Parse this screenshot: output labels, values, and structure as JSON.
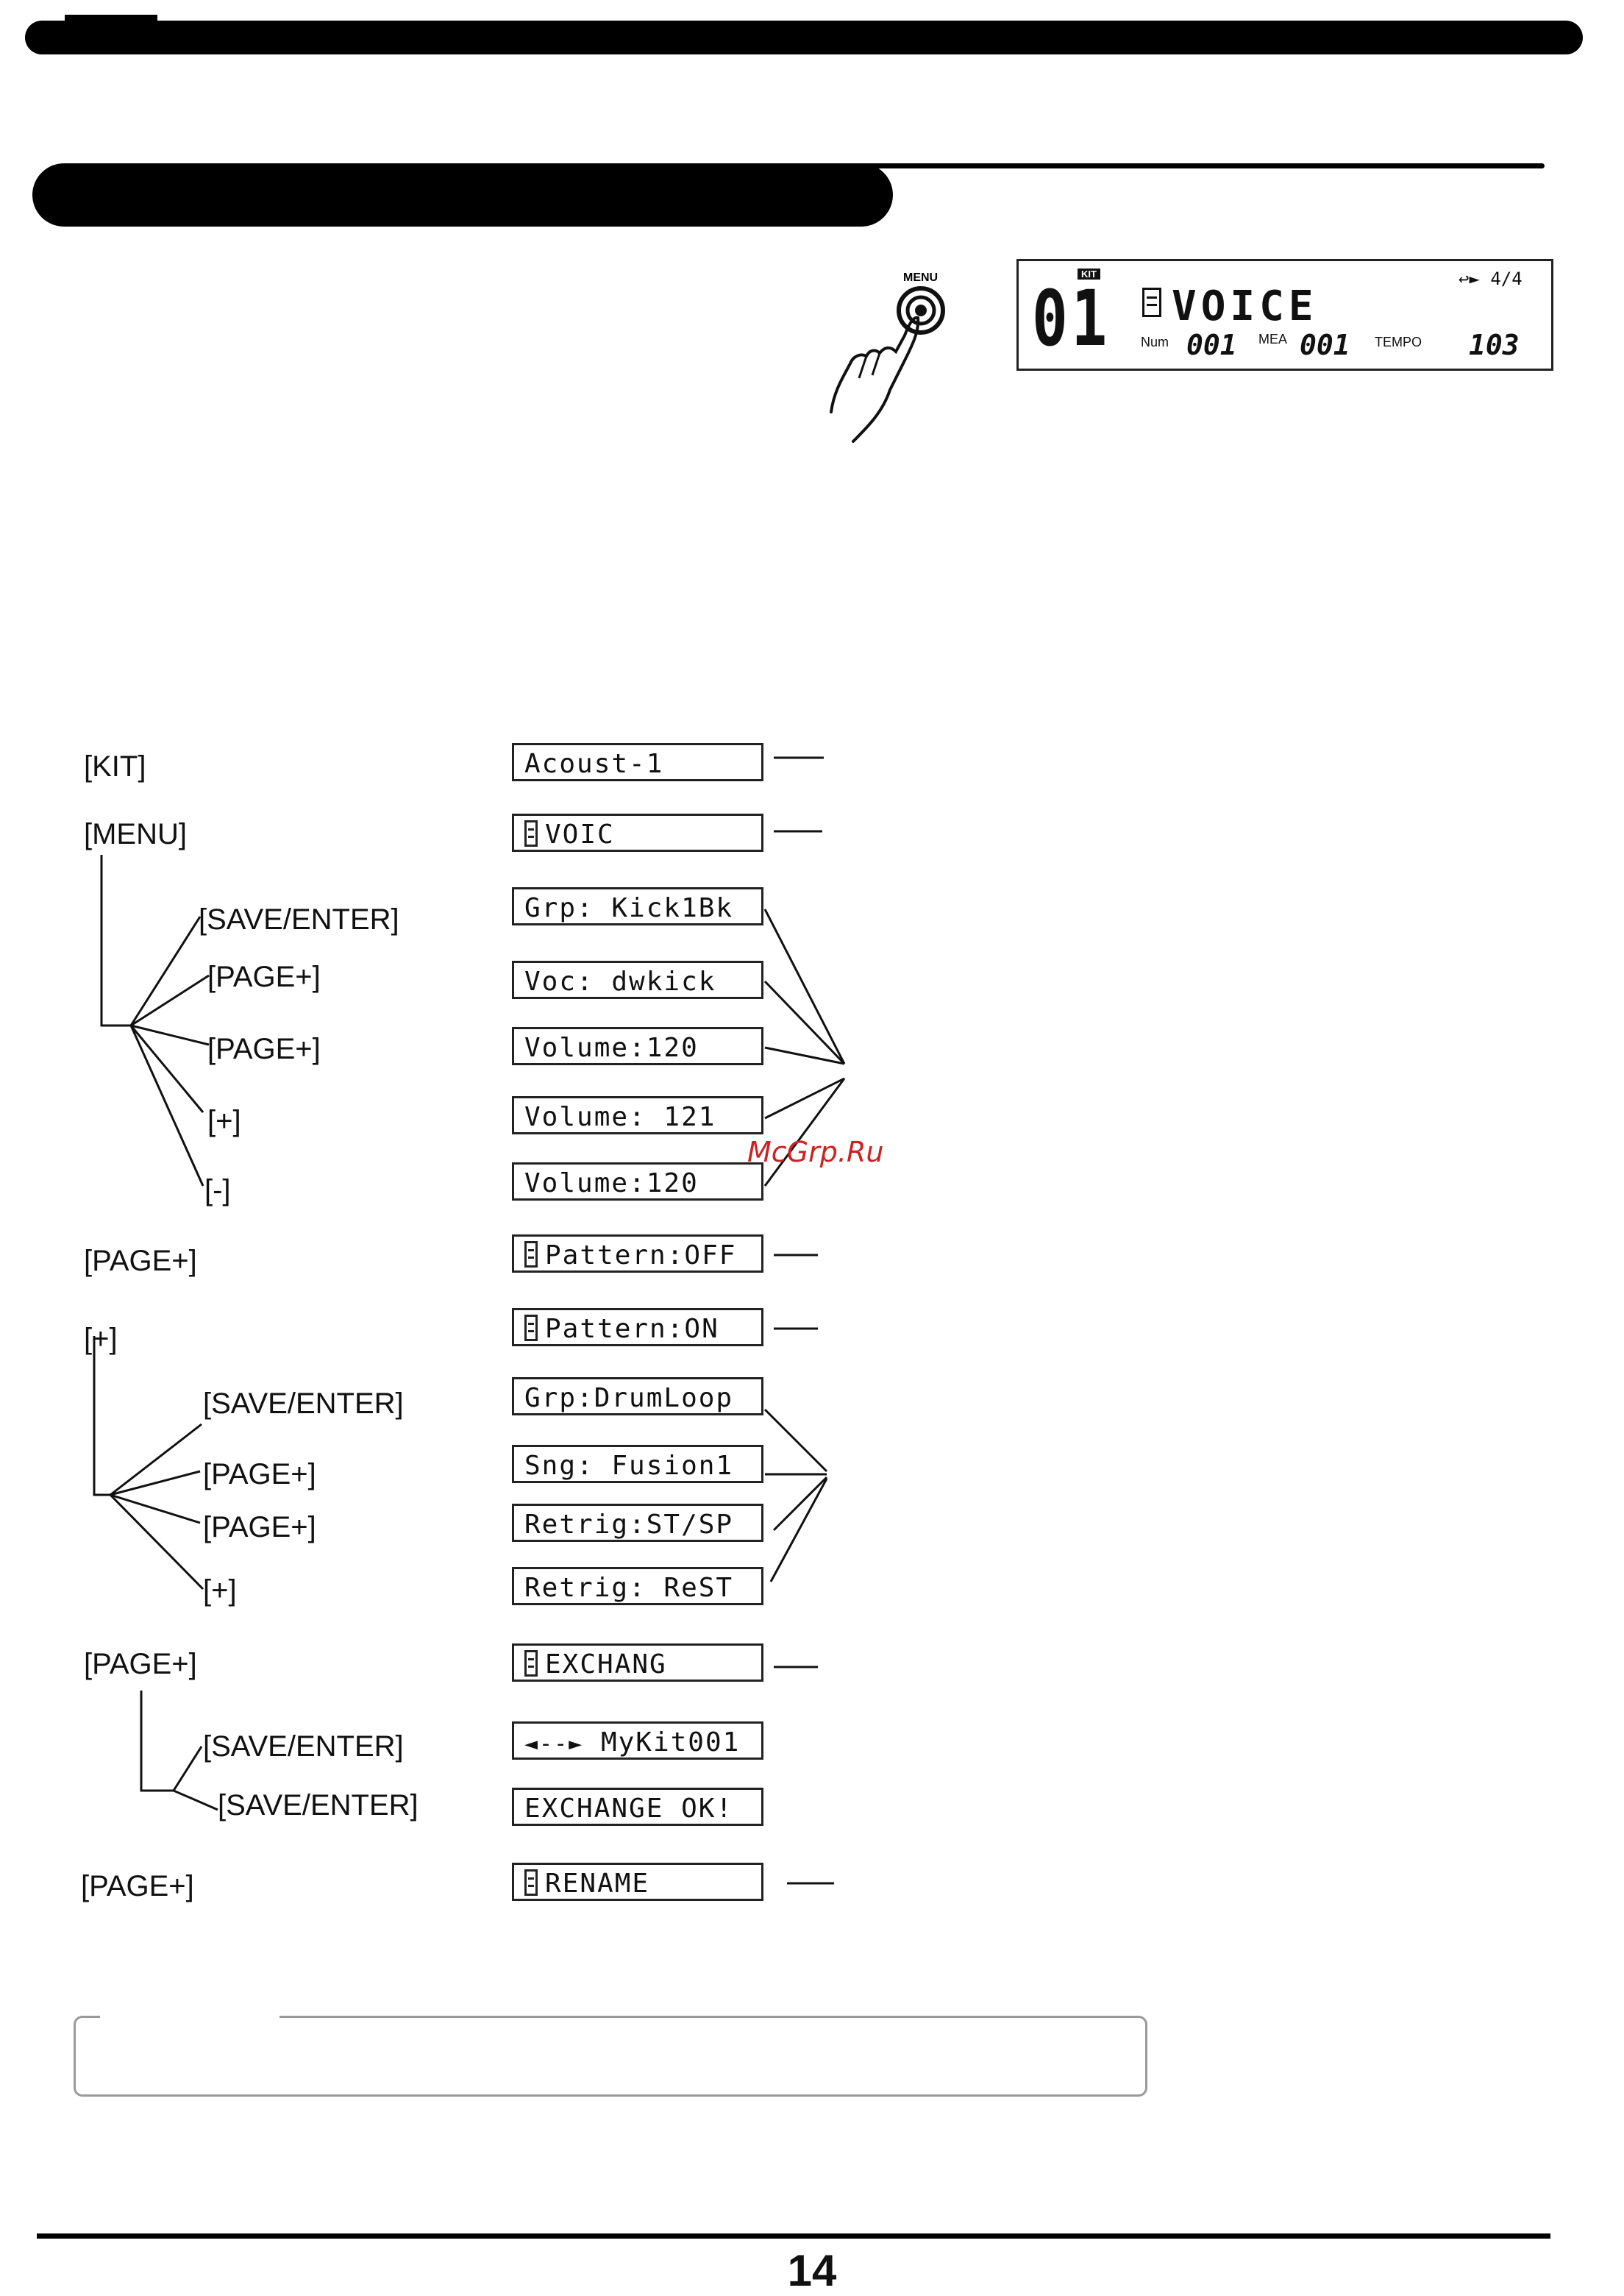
{
  "lcd": {
    "badge": "KIT",
    "number": "01",
    "mode": "VOICE",
    "num_label": "Num",
    "num_value": "001",
    "mea_label": "MEA",
    "mea_value": "001",
    "tempo_label": "TEMPO",
    "tempo_value": "103",
    "time_signature": "4/4"
  },
  "menu_button_label": "MENU",
  "watermark": "McGrp.Ru",
  "keys": {
    "k1": "[KIT]",
    "k2": "[MENU]",
    "k3": "[SAVE/ENTER]",
    "k4": "[PAGE+]",
    "k5": "[PAGE+]",
    "k6": "[+]",
    "k7": "[-]",
    "k8": "[PAGE+]",
    "k9": "[+]",
    "k10": "[SAVE/ENTER]",
    "k11": "[PAGE+]",
    "k12": "[PAGE+]",
    "k13": "[+]",
    "k14": "[PAGE+]",
    "k15": "[SAVE/ENTER]",
    "k16": "[SAVE/ENTER]",
    "k17": "[PAGE+]"
  },
  "displays": {
    "d1": "Acoust-1",
    "d2": "VOIC",
    "d3": "Grp: Kick1Bk",
    "d4": "Voc: dwkick",
    "d5": "Volume:120",
    "d6": "Volume: 121",
    "d7": "Volume:120",
    "d8": "Pattern:OFF",
    "d9": "Pattern:ON",
    "d10": "Grp:DrumLoop",
    "d11": "Sng: Fusion1",
    "d12": "Retrig:ST/SP",
    "d13": "Retrig: ReST",
    "d14": "EXCHANG",
    "d15": "MyKit001",
    "d16": "EXCHANGE OK!",
    "d17": "RENAME"
  },
  "page_number": "14"
}
